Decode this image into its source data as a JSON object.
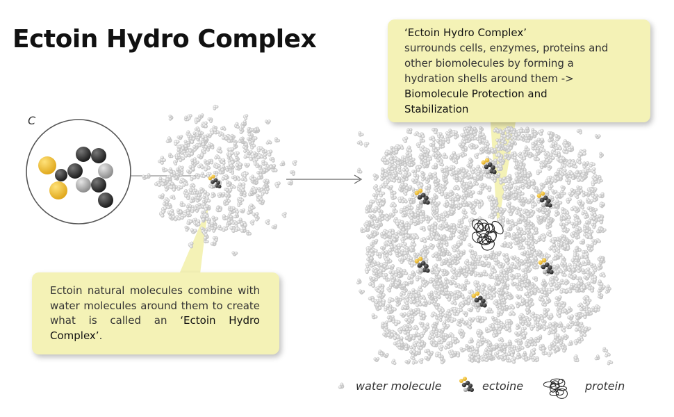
{
  "title": "Ectoin Hydro Complex",
  "panel_label": "C",
  "callouts": {
    "left": {
      "text_plain": "Ectoin natural molecules combine with water molecules around them to create what is called an ",
      "text_emphasis": "‘Ectoin Hydro Complex’",
      "text_end": "."
    },
    "right": {
      "line1": "‘Ectoin Hydro Complex’",
      "line2": "surrounds cells, enzymes, proteins and",
      "line3": "other biomolecules by forming a",
      "line4": "hydration shells around them ->",
      "line5": "Biomolecule Protection and",
      "line6": "Stabilization"
    }
  },
  "legend": {
    "water": "water molecule",
    "ectoine": "ectoine",
    "protein": "protein"
  },
  "colors": {
    "callout_bg": "#f4f2b6",
    "water": "#d2d2d2",
    "ectoine_dark": "#333333",
    "ectoine_gold": "#f2c12e",
    "ectoine_grey": "#a8a8a8"
  }
}
